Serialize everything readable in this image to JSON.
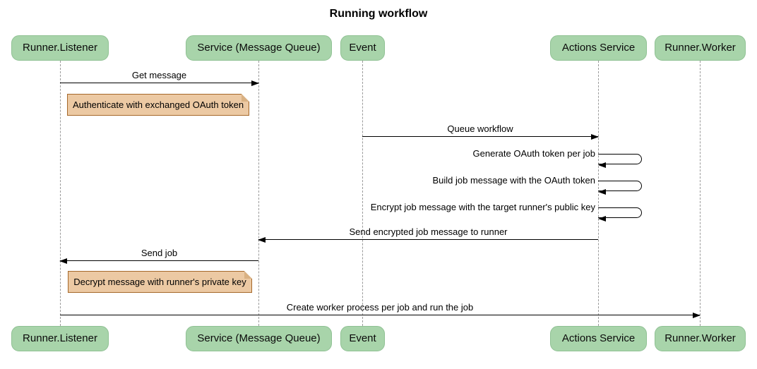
{
  "title": "Running workflow",
  "diagram_type": "sequence-diagram",
  "participants": [
    {
      "label": "Runner.Listener"
    },
    {
      "label": "Service (Message Queue)"
    },
    {
      "label": "Event"
    },
    {
      "label": "Actions Service"
    },
    {
      "label": "Runner.Worker"
    }
  ],
  "messages": [
    {
      "label": "Get message",
      "from": "Runner.Listener",
      "to": "Service (Message Queue)",
      "type": "solid-arrow"
    },
    {
      "label": "Queue workflow",
      "from": "Event",
      "to": "Actions Service",
      "type": "solid-arrow"
    },
    {
      "label": "Generate OAuth token per job",
      "from": "Actions Service",
      "to": "Actions Service",
      "type": "self-loop"
    },
    {
      "label": "Build job message with the OAuth token",
      "from": "Actions Service",
      "to": "Actions Service",
      "type": "self-loop"
    },
    {
      "label": "Encrypt job message with the target runner's public key",
      "from": "Actions Service",
      "to": "Actions Service",
      "type": "self-loop"
    },
    {
      "label": "Send encrypted job message to runner",
      "from": "Actions Service",
      "to": "Service (Message Queue)",
      "type": "solid-arrow"
    },
    {
      "label": "Send job",
      "from": "Service (Message Queue)",
      "to": "Runner.Listener",
      "type": "solid-arrow"
    },
    {
      "label": "Create worker process per job and run the job",
      "from": "Runner.Listener",
      "to": "Runner.Worker",
      "type": "solid-arrow"
    }
  ],
  "notes": [
    {
      "label": "Authenticate with exchanged OAuth token",
      "position": "right of Runner.Listener"
    },
    {
      "label": "Decrypt message with runner's private key",
      "position": "right of Runner.Listener"
    }
  ],
  "colors": {
    "background": "#ffffff",
    "actor_fill": "#a8d4aa",
    "actor_border": "#8fc193",
    "note_fill": "#ecc9a3",
    "note_border": "#a5682a",
    "lifeline": "#9a9a9a",
    "message_line": "#000000",
    "text": "#000000"
  }
}
